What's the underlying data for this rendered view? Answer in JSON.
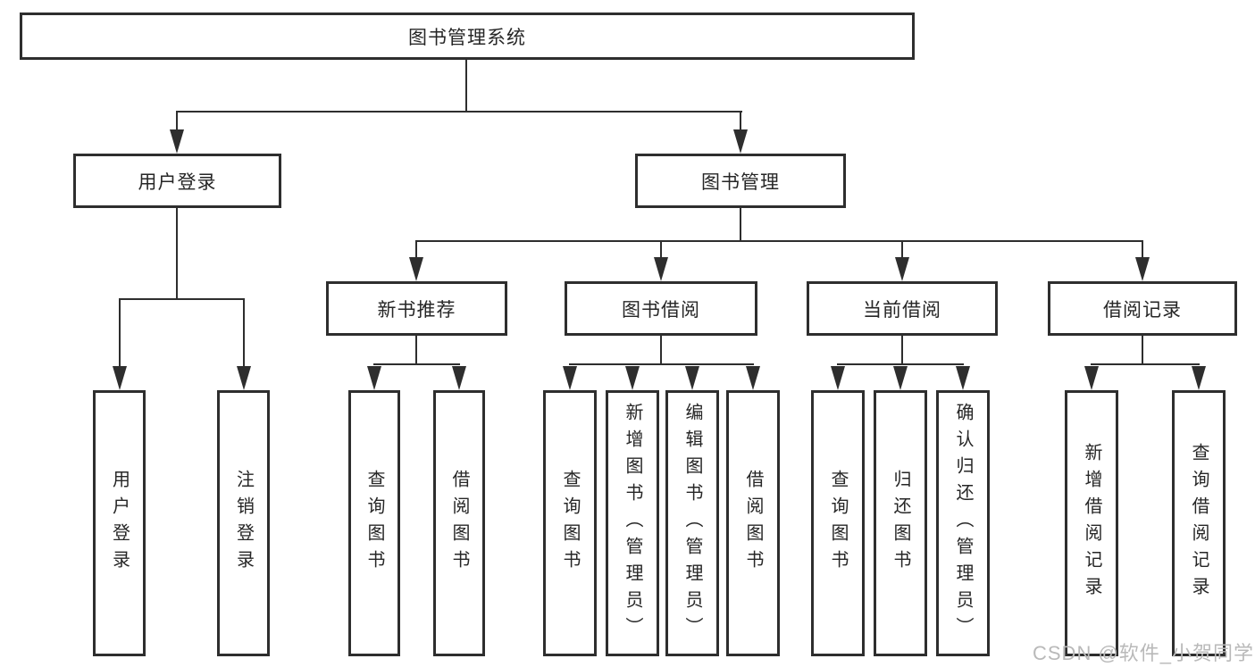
{
  "diagram": {
    "type": "hierarchy-tree",
    "root": "图书管理系统",
    "level2": {
      "user_login": "用户登录",
      "book_mgmt": "图书管理"
    },
    "level3": {
      "new_book": "新书推荐",
      "borrowing": "图书借阅",
      "current": "当前借阅",
      "records": "借阅记录"
    },
    "leaves": {
      "leaf_login": "用户登录",
      "leaf_logout": "注销登录",
      "nb_query": "查询图书",
      "nb_borrow": "借阅图书",
      "bw_query": "查询图书",
      "bw_add": "新增图书（管理员）",
      "bw_edit": "编辑图书（管理员）",
      "bw_borrow": "借阅图书",
      "cur_query": "查询图书",
      "cur_return": "归还图书",
      "cur_confirm": "确认归还（管理员）",
      "rec_add": "新增借阅记录",
      "rec_query": "查询借阅记录"
    }
  },
  "colors": {
    "line": "#2e2e2e",
    "text": "#262626",
    "watermark": "#b9b9b9",
    "background": "#ffffff"
  },
  "watermark": {
    "text": "CSDN @软件_小贺同学"
  }
}
